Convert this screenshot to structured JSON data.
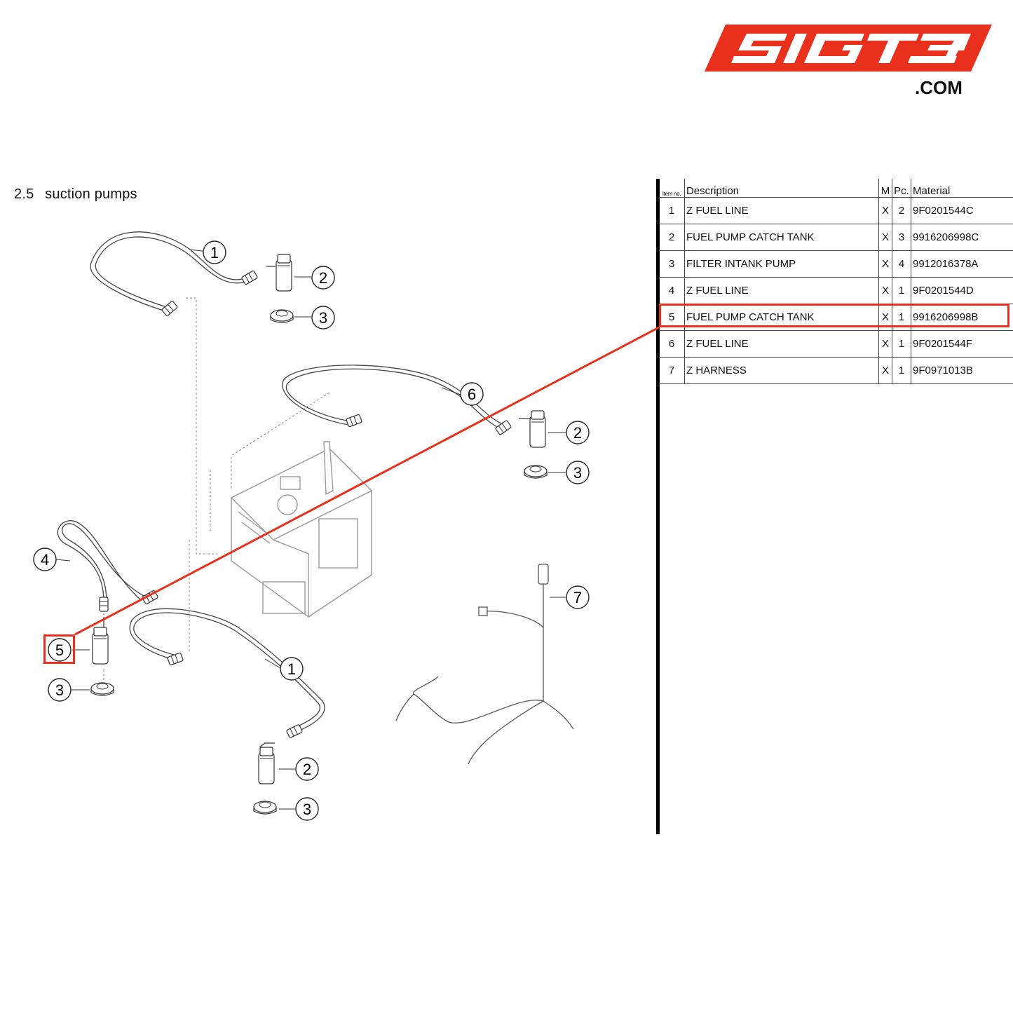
{
  "logo": {
    "brand": "SIGT3",
    "domain": ".COM",
    "color": "#e8301c"
  },
  "section": {
    "number": "2.5",
    "title": "suction pumps"
  },
  "table": {
    "headers": {
      "item": "Item no.",
      "description": "Description",
      "m": "M",
      "pc": "Pc.",
      "material": "Material"
    },
    "rows": [
      {
        "item": "1",
        "description": "Z FUEL LINE",
        "m": "X",
        "pc": "2",
        "material": "9F0201544C"
      },
      {
        "item": "2",
        "description": "FUEL PUMP CATCH TANK",
        "m": "X",
        "pc": "3",
        "material": "9916206998C"
      },
      {
        "item": "3",
        "description": "FILTER INTANK PUMP",
        "m": "X",
        "pc": "4",
        "material": "9912016378A"
      },
      {
        "item": "4",
        "description": "Z FUEL LINE",
        "m": "X",
        "pc": "1",
        "material": "9F0201544D"
      },
      {
        "item": "5",
        "description": "FUEL PUMP CATCH TANK",
        "m": "X",
        "pc": "1",
        "material": "9916206998B"
      },
      {
        "item": "6",
        "description": "Z FUEL LINE",
        "m": "X",
        "pc": "1",
        "material": "9F0201544F"
      },
      {
        "item": "7",
        "description": "Z HARNESS",
        "m": "X",
        "pc": "1",
        "material": "9F0971013B"
      }
    ],
    "highlighted_item": "5"
  },
  "callouts": {
    "c1a": "1",
    "c2a": "2",
    "c3a": "3",
    "c6": "6",
    "c2b": "2",
    "c3b": "3",
    "c4": "4",
    "c5": "5",
    "c3c": "3",
    "c1b": "1",
    "c2c": "2",
    "c3d": "3",
    "c7": "7"
  },
  "highlight_color": "#e8301c"
}
